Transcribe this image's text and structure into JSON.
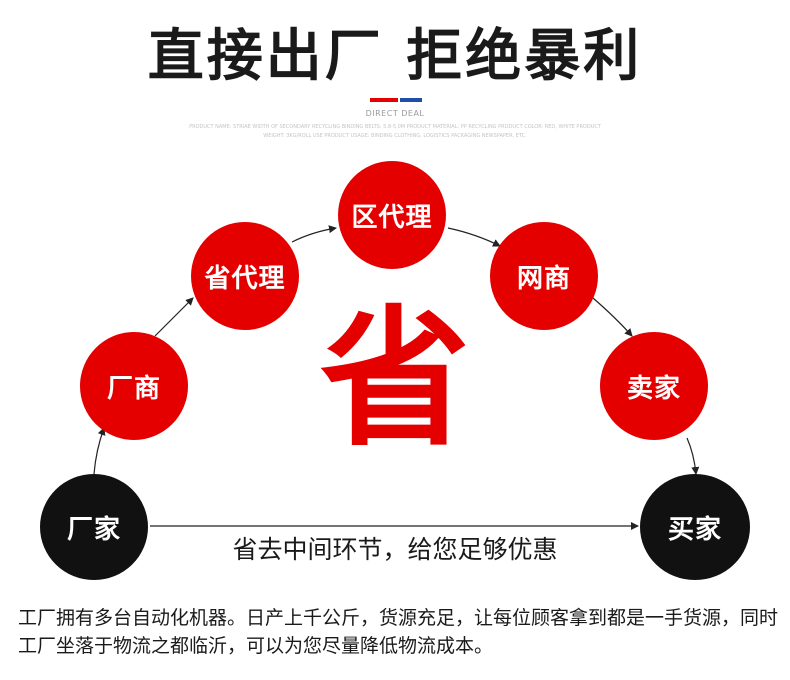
{
  "title": "直接出厂 拒绝暴利",
  "subtitle": "DIRECT DEAL",
  "fine_print": "PRODUCT NAME: STRIAE WIDTH OF SECONDARY RECYCLING BINDING BELTS: 5.8-5.0M PRODUCT MATERIAL: PP RECYCLING PRODUCT COLOR: RED, WHITE PRODUCT WEIGHT: 3KG/ROLL USE PRODUCT USAGE: BINDING CLOTHING, LOGISTICS PACKAGING NEWSPAPER, ETC.",
  "colors": {
    "accent_red": "#e50000",
    "accent_blue": "#1f4fa8",
    "node_black": "#111111"
  },
  "nodes": {
    "factory": "厂家",
    "manufacturer": "厂商",
    "provincial_agent": "省代理",
    "district_agent": "区代理",
    "online_store": "网商",
    "seller": "卖家",
    "buyer": "买家"
  },
  "center_char": "省",
  "bottom_caption": "省去中间环节，给您足够优惠",
  "description": "工厂拥有多台自动化机器。日产上千公斤，货源充足，让每位顾客拿到都是一手货源，同时工厂坐落于物流之都临沂，可以为您尽量降低物流成本。"
}
